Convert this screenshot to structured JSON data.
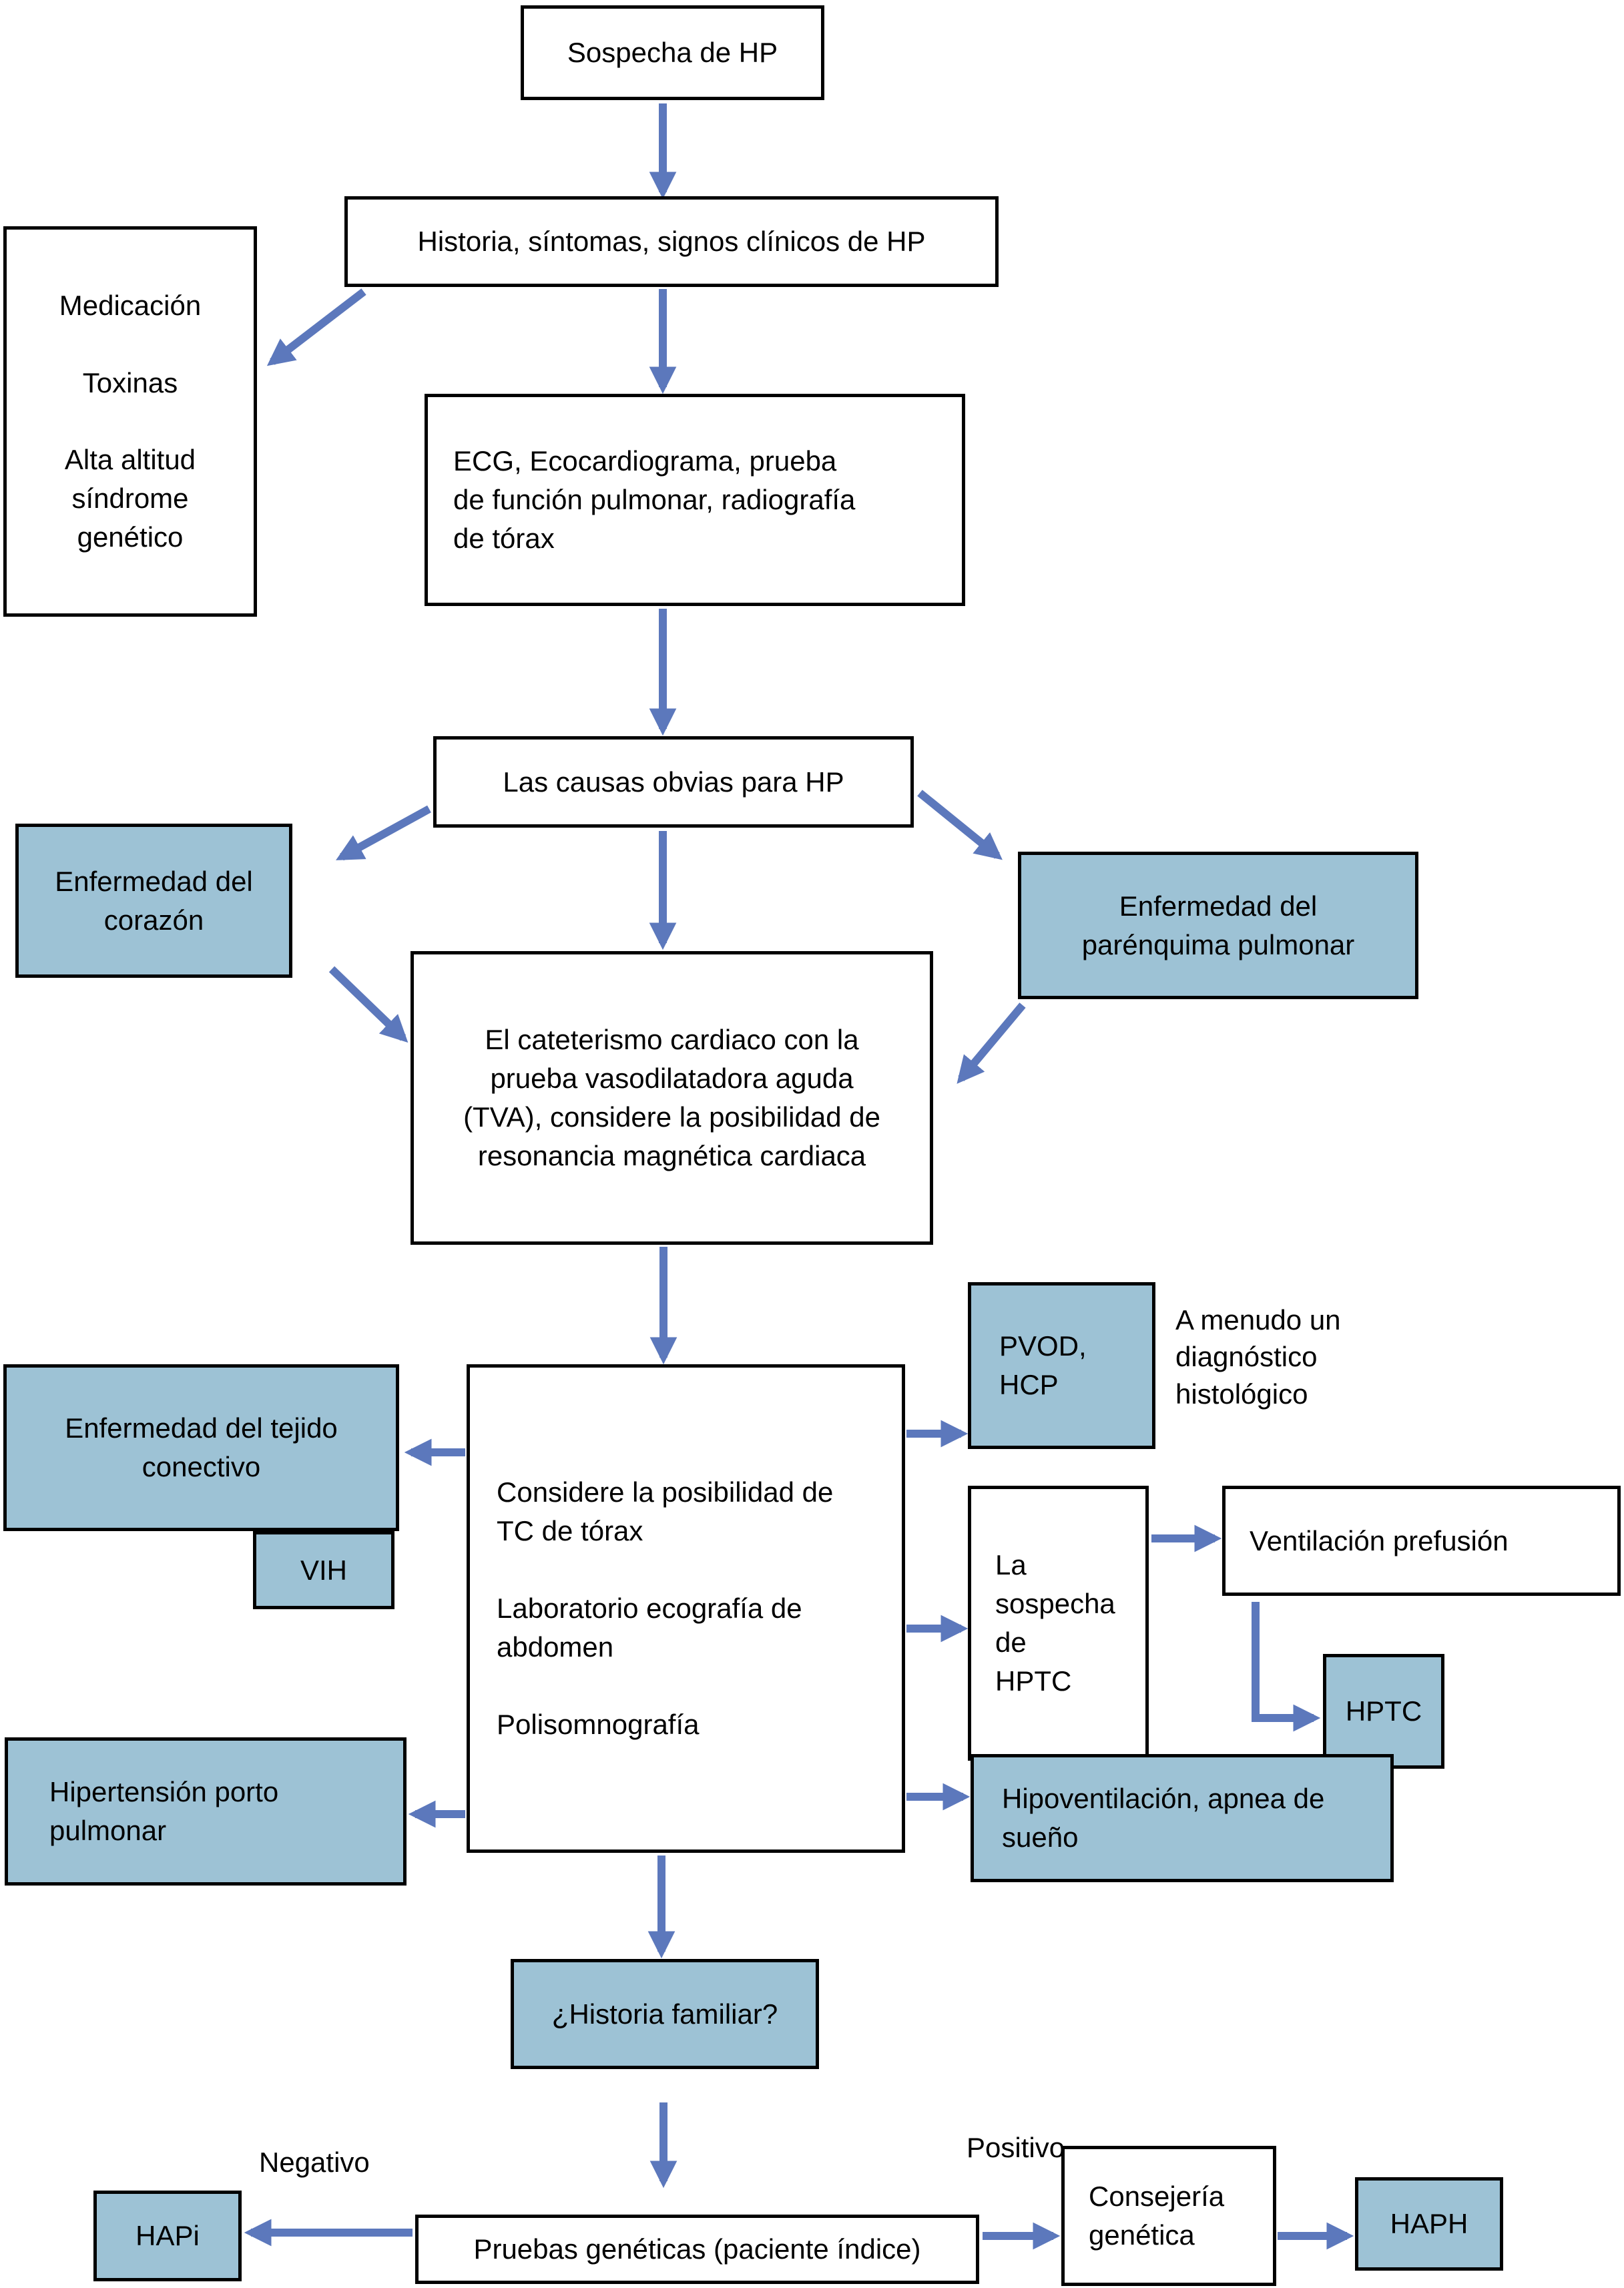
{
  "diagram": {
    "nodes": {
      "sospecha": "Sospecha de HP",
      "historia": "Historia, síntomas, signos clínicos de HP",
      "medicacion": "Medicación\n\nToxinas\n\nAlta altitud\nsíndrome\ngenético",
      "ecg": "ECG, Ecocardiograma, prueba\nde función pulmonar, radiografía\nde tórax",
      "causas": "Las causas obvias para HP",
      "corazon": "Enfermedad del\ncorazón",
      "parenquima": "Enfermedad del\nparénquima pulmonar",
      "cateterismo": "El cateterismo cardiaco con la\nprueba vasodilatadora aguda\n(TVA), considere la posibilidad de\nresonancia magnética cardiaca",
      "tc_torax": "Considere la posibilidad de\nTC de tórax\n\nLaboratorio ecografía de\nabdomen\n\nPolisomnografía",
      "tejido_conectivo": "Enfermedad del tejido\nconectivo",
      "vih": "VIH",
      "pvod": "PVOD,\nHCP",
      "amenudo": "A menudo un\ndiagnóstico\nhistológico",
      "sospecha_hptc": "La\nsospecha\nde\nHPTC",
      "ventilacion": "Ventilación prefusión",
      "hptc": "HPTC",
      "porto_pulmonar": "Hipertensión porto\npulmonar",
      "hipoventilacion": "Hipoventilación, apnea de\nsueño",
      "historia_familiar": "¿Historia familiar?",
      "hapi": "HAPi",
      "pruebas_geneticas": "Pruebas genéticas (paciente índice)",
      "consejeria": "Consejería\ngenética",
      "haph": "HAPH"
    },
    "labels": {
      "negativo": "Negativo",
      "positivo": "Positivo"
    },
    "colors": {
      "highlight_fill": "#9dc2d5",
      "plain_fill": "#ffffff",
      "arrow": "#5c78bc",
      "border": "#000000"
    }
  }
}
